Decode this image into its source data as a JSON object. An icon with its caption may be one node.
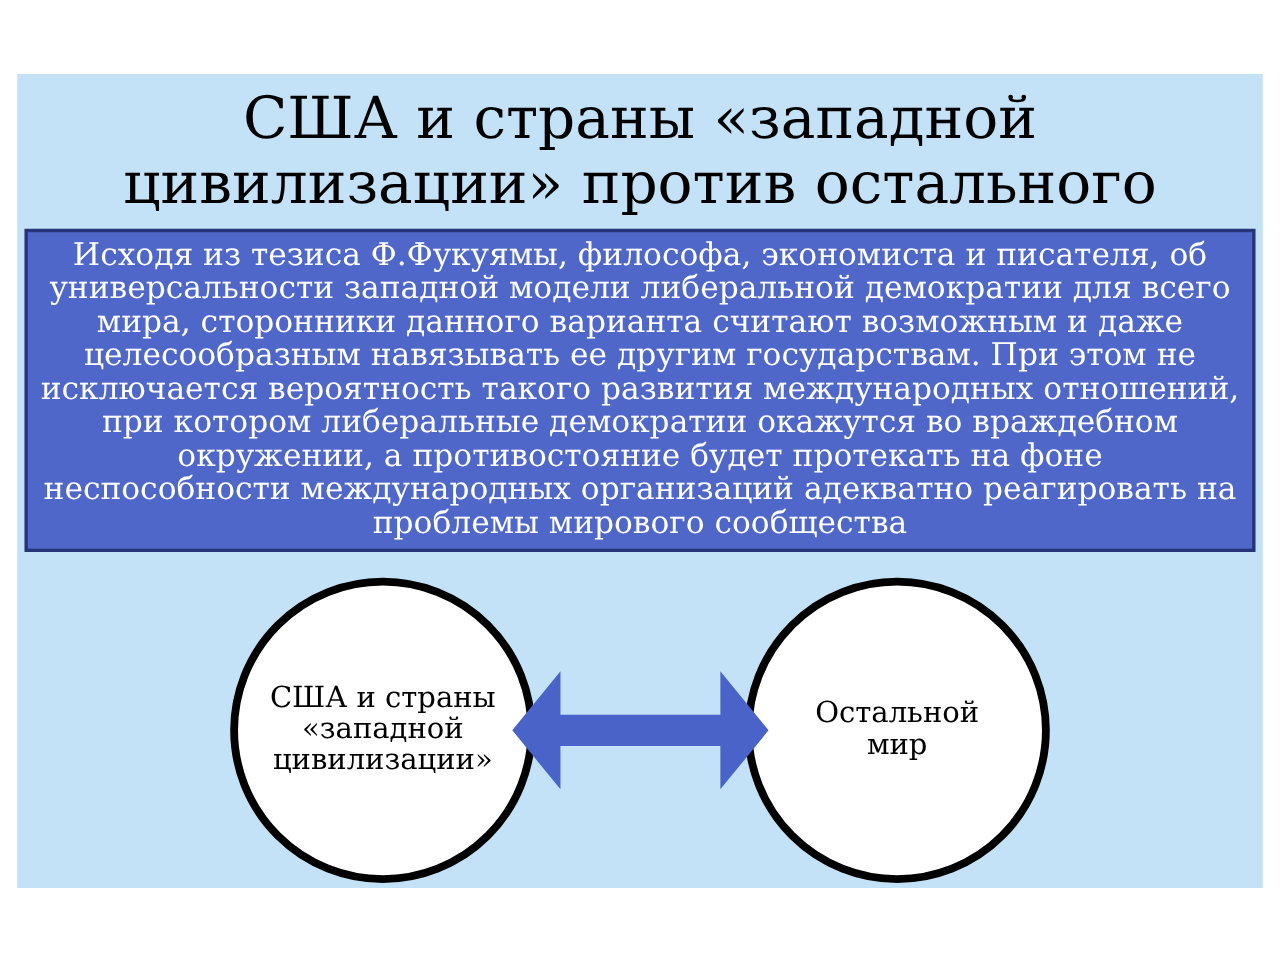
{
  "diagram": {
    "title": "США и страны «западной цивилизации» против остального",
    "nodes": [
      {
        "text": [
          "Исходя из тезиса Ф.Фукуямы, философа, экономиста и писателя, об универсальности западной модели либеральной демократии для всего мира, сторонники данного варианта считают возможным и даже целесообразным навязывать ее другим государствам. При этом не исключается вероятность такого развития международных отношений, при котором либеральные демократии окажутся во враждебном окружении, а противостояние будет протекать на фоне неспособности международных организаций адекватно реагировать на проблемы мирового сообщества"
        ]
      },
      {
        "text": [
          "США и страны «западной цивилизации»"
        ]
      },
      {
        "text": [
          "Остальной мир"
        ]
      }
    ],
    "edges": [
      {
        "from": 1,
        "to": 2,
        "arrow": "both",
        "color": "#4a63c8"
      }
    ]
  }
}
